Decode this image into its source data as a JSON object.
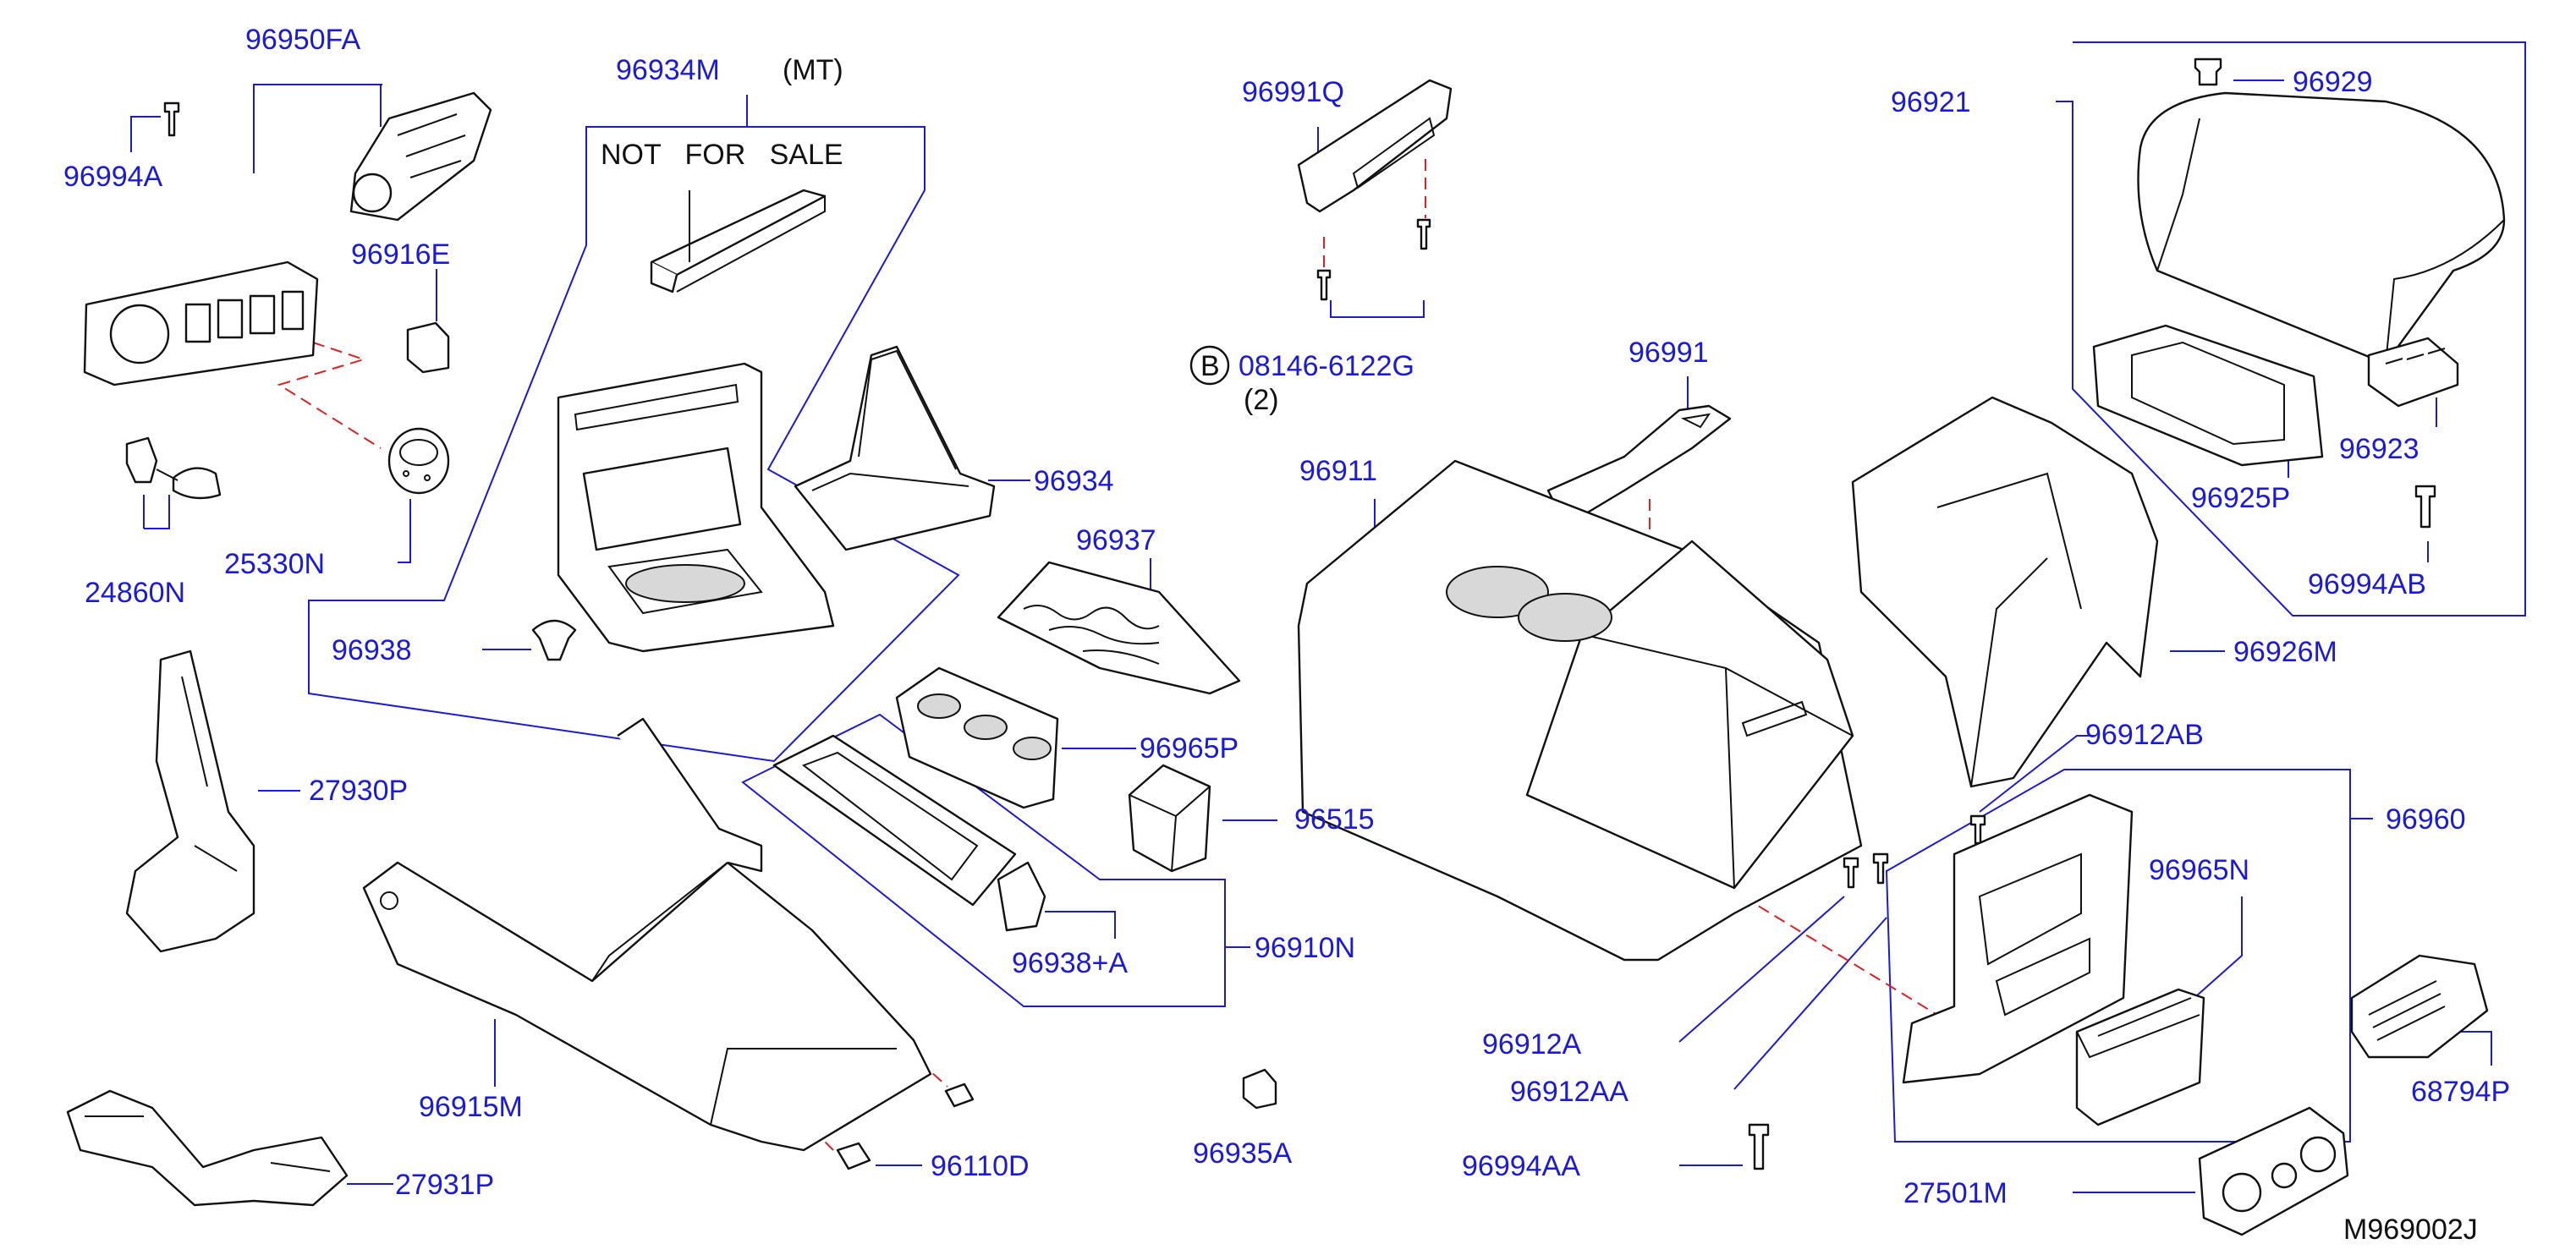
{
  "diagram_code": "M969002J",
  "notes": {
    "mt": "(MT)",
    "not_for_sale": "NOT   FOR   SALE",
    "bolt_qty": "(2)",
    "circle_b": "B"
  },
  "part_labels": {
    "p96950FA": "96950FA",
    "p96994A": "96994A",
    "p96916E": "96916E",
    "p24860N": "24860N",
    "p25330N": "25330N",
    "p96934M": "96934M",
    "p96938": "96938",
    "p96934": "96934",
    "p96937": "96937",
    "p96965P": "96965P",
    "p96515": "96515",
    "p96938A": "96938+A",
    "p96910N": "96910N",
    "p27930P": "27930P",
    "p96915M": "96915M",
    "p27931P": "27931P",
    "p96110D": "96110D",
    "p96935A": "96935A",
    "p96991Q": "96991Q",
    "p08146": "08146-6122G",
    "p96991": "96991",
    "p96911": "96911",
    "p96921": "96921",
    "p96929": "96929",
    "p96923": "96923",
    "p96925P": "96925P",
    "p96994AB": "96994AB",
    "p96926M": "96926M",
    "p96912AB": "96912AB",
    "p96960": "96960",
    "p96965N": "96965N",
    "p96912A": "96912A",
    "p96912AA": "96912AA",
    "p96994AA": "96994AA",
    "p68794P": "68794P",
    "p27501M": "27501M"
  },
  "colors": {
    "label_blue": "#1a1ad8",
    "outline_black": "#111111",
    "dashed_red": "#e02020"
  }
}
